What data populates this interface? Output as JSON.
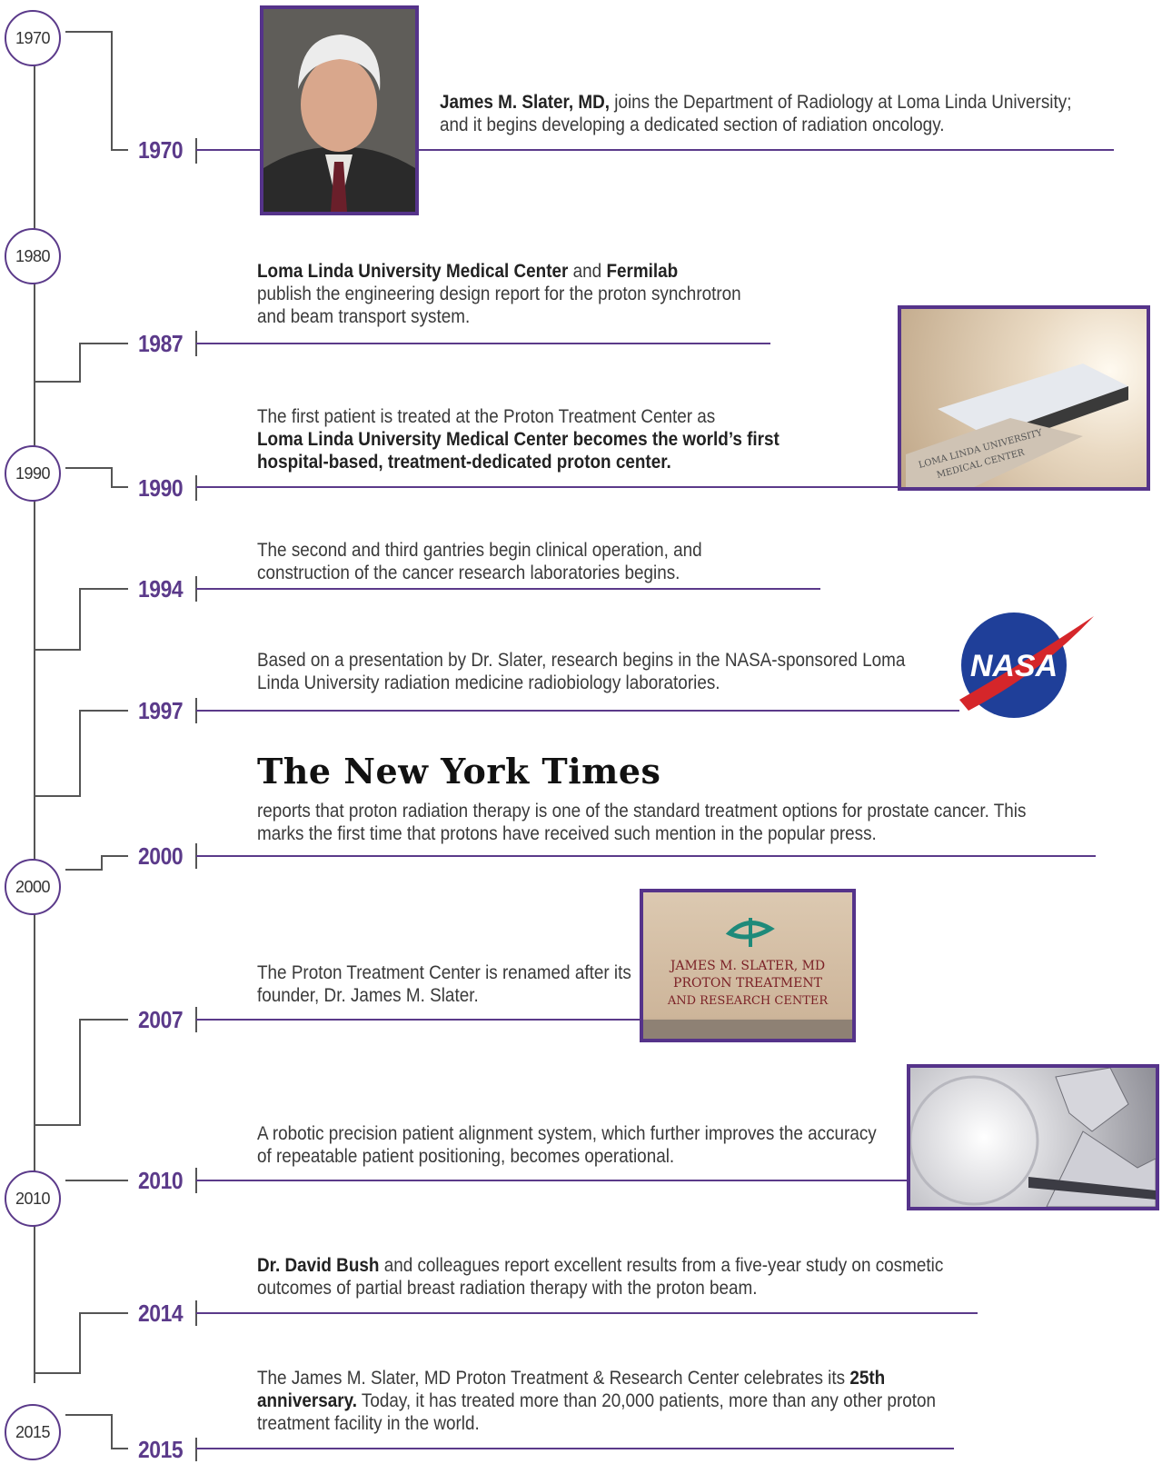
{
  "decades": [
    "1970",
    "1980",
    "1990",
    "2000",
    "2010",
    "2015"
  ],
  "years": [
    "1970",
    "1987",
    "1990",
    "1994",
    "1997",
    "2000",
    "2007",
    "2010",
    "2014",
    "2015"
  ],
  "events": {
    "e1970": {
      "bold": "James M. Slater, MD,",
      "text": " joins the Department of Radiology at Loma Linda University; and it begins developing a dedicated section of radiation oncology."
    },
    "e1987": {
      "bold1": "Loma Linda University Medical Center",
      "and": " and ",
      "bold2": "Fermilab",
      "text": "publish the engineering design report for the proton synchrotron and beam transport system."
    },
    "e1990": {
      "text": "The first patient is treated at the Proton Treatment Center as",
      "bold": "Loma Linda University Medical Center becomes the world’s first hospital-based, treatment-dedicated proton center."
    },
    "e1994": {
      "text": "The second and third gantries begin clinical operation, and construction of the cancer research laboratories begins."
    },
    "e1997": {
      "text": "Based on a presentation by Dr. Slater, research begins in the NASA-sponsored Loma Linda University radiation medicine radiobiology laboratories."
    },
    "e2000": {
      "masthead": "The New York Times",
      "text": "reports that proton radiation therapy is one of the standard treatment options for prostate cancer. This marks the first time that protons have received such mention in the popular press."
    },
    "e2007": {
      "text": "The Proton Treatment Center is renamed after its founder, Dr. James M. Slater."
    },
    "e2010": {
      "text": "A robotic precision patient alignment system, which further improves the accuracy of repeatable patient positioning, becomes operational."
    },
    "e2014": {
      "bold": "Dr. David Bush",
      "text": " and colleagues report excellent results from a five-year study on cosmetic outcomes of partial breast radiation therapy with the proton beam."
    },
    "e2015": {
      "text1": "The James M. Slater, MD Proton Treatment & Research Center celebrates its ",
      "bold": "25th anniversary.",
      "text2": " Today, it has treated more than 20,000 patients, more than any other proton treatment facility in the world."
    }
  },
  "images": {
    "nasa_logo": "NASA",
    "gantry_sign_line1": "LOMA LINDA UNIVERSITY",
    "gantry_sign_line2": "MEDICAL CENTER",
    "center_sign_line1": "JAMES M. SLATER, MD",
    "center_sign_line2": "PROTON TREATMENT",
    "center_sign_line3": "AND RESEARCH CENTER"
  },
  "colors": {
    "accent": "#5b3a8a",
    "line": "#444444",
    "text": "#3a3a3a"
  }
}
